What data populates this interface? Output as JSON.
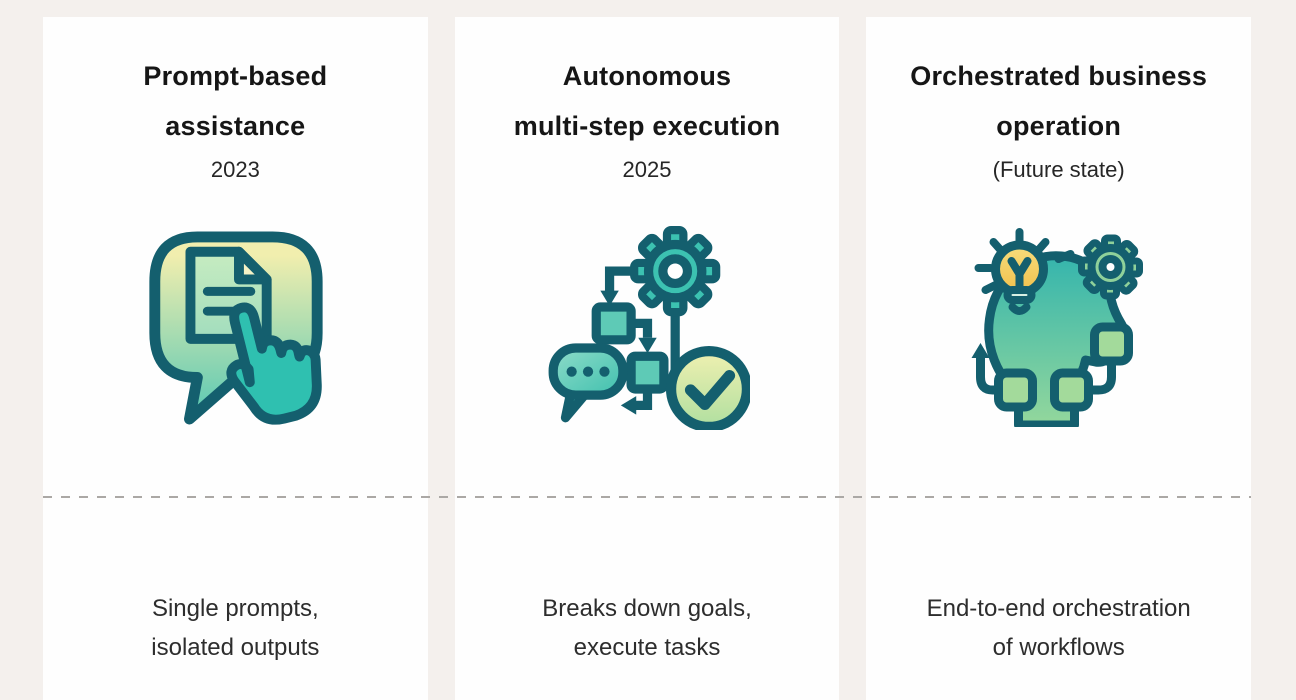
{
  "page": {
    "background_color": "#f4f0ed",
    "card_color": "#fefefe",
    "divider_color": "#aba8a5"
  },
  "colors": {
    "outline_teal": "#145f6e",
    "fill_teal": "#3cc2b1",
    "light_green": "#a3da9b",
    "pale_yellow": "#f1eeae",
    "bulb_yellow": "#f3cf56",
    "title_text": "#161616",
    "body_text": "#2d2d2d"
  },
  "cards": [
    {
      "title_lines": [
        "Prompt-based",
        "assistance"
      ],
      "subtitle": "2023",
      "icon": "document-chat-pointer-icon",
      "description_lines": [
        "Single prompts,",
        "isolated outputs"
      ]
    },
    {
      "title_lines": [
        "Autonomous",
        "multi-step execution"
      ],
      "subtitle": "2025",
      "icon": "gear-flowchart-check-icon",
      "description_lines": [
        "Breaks down goals,",
        "execute tasks"
      ]
    },
    {
      "title_lines": [
        "Orchestrated business",
        "operation"
      ],
      "subtitle": "(Future state)",
      "icon": "head-lightbulb-gear-loop-icon",
      "description_lines": [
        "End-to-end orchestration",
        "of workflows"
      ]
    }
  ]
}
